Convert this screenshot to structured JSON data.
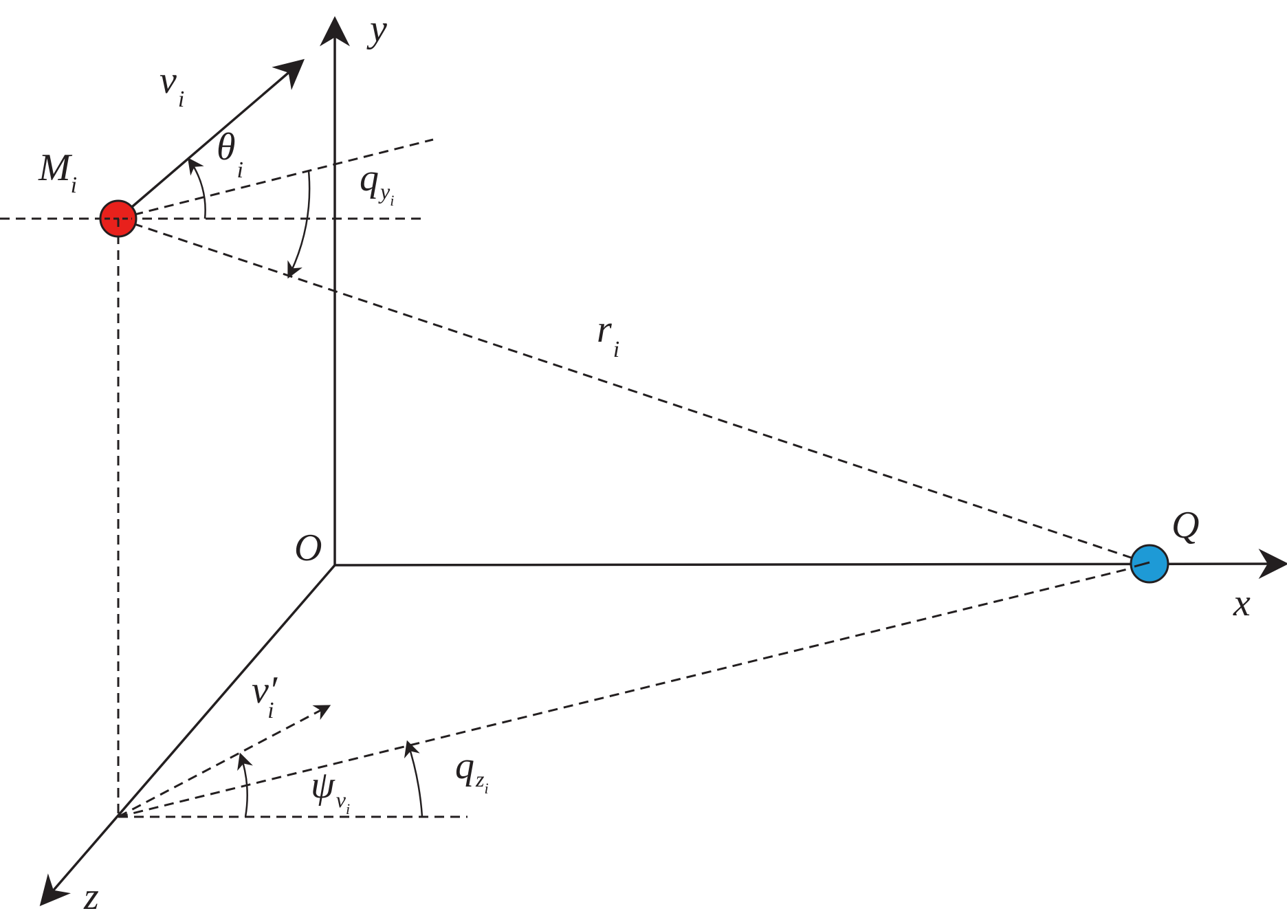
{
  "labels": {
    "axis_y": "y",
    "axis_x": "x",
    "axis_z": "z",
    "origin": "O",
    "missile": {
      "main": "M",
      "sub": "i"
    },
    "target": "Q",
    "velocity": {
      "main": "v",
      "sub": "i"
    },
    "velocity_proj": {
      "main": "v′",
      "sub": "i"
    },
    "theta": {
      "main": "θ",
      "sub": "i"
    },
    "q_y": {
      "main": "q",
      "sub": "y",
      "subsub": "i"
    },
    "q_z": {
      "main": "q",
      "sub": "z",
      "subsub": "i"
    },
    "psi_v": {
      "main": "ψ",
      "sub": "v",
      "subsub": "i"
    },
    "range": {
      "main": "r",
      "sub": "i"
    }
  },
  "colors": {
    "missile": "#e8211c",
    "target": "#1e9ad6",
    "ink": "#231f20"
  }
}
